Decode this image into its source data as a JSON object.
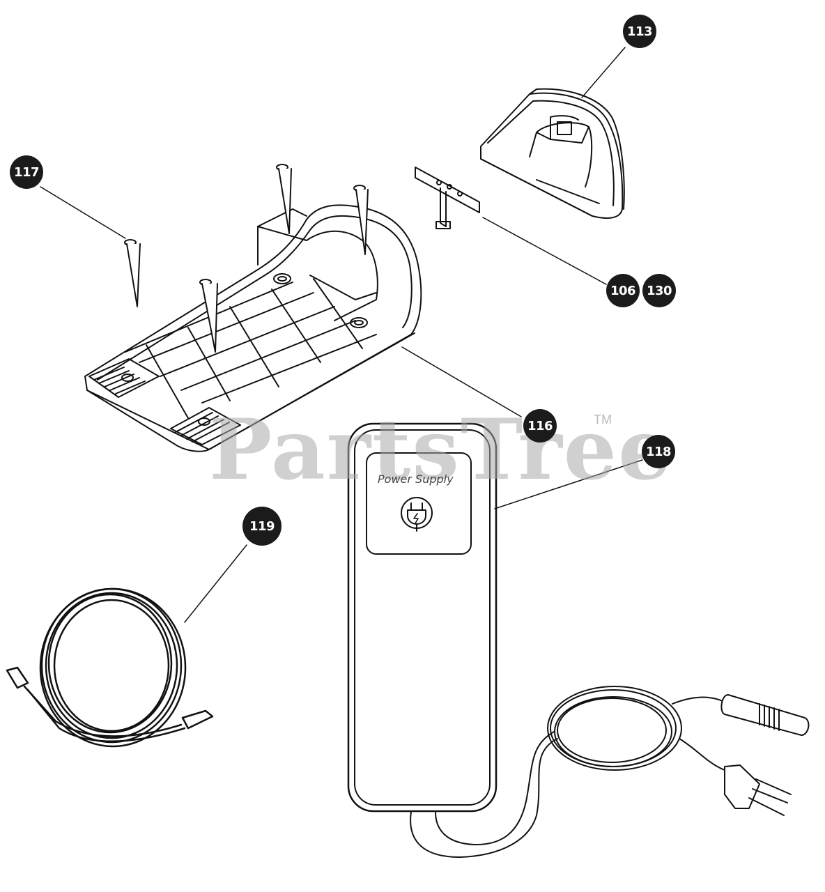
{
  "watermark": {
    "text": "PartsTree",
    "trademark": "TM"
  },
  "power_supply": {
    "label": "Power Supply"
  },
  "callouts": {
    "c113": "113",
    "c117": "117",
    "c106": "106",
    "c130": "130",
    "c116": "116",
    "c118": "118",
    "c119": "119"
  },
  "colors": {
    "callout_bg": "#1b1b1b",
    "line": "#111111",
    "watermark": "#aaaaaa"
  }
}
